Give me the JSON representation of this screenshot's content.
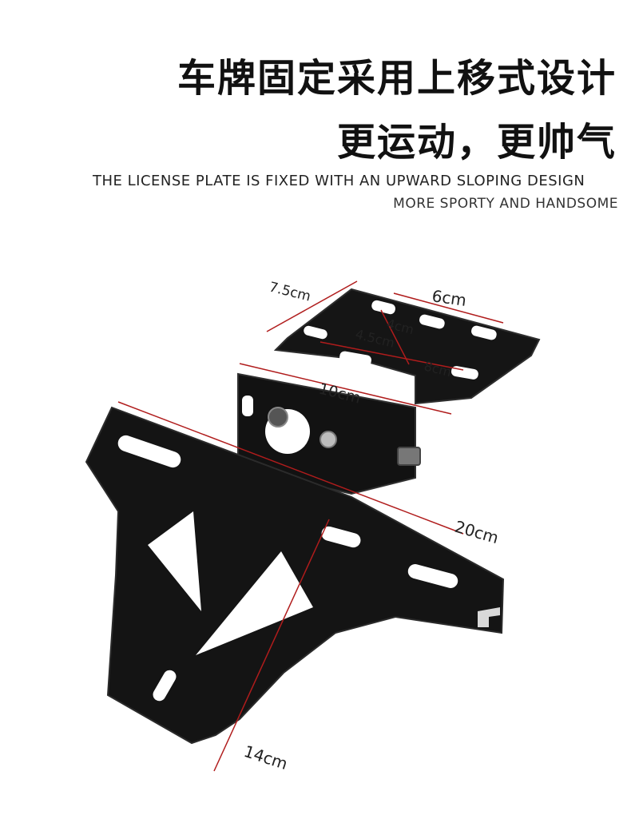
{
  "headline": {
    "line1": "车牌固定采用上移式设计",
    "line2": "更运动，更帅气"
  },
  "subtitle": {
    "line1": "THE LICENSE PLATE IS FIXED WITH AN UPWARD SLOPING DESIGN",
    "line2": "MORE SPORTY AND HANDSOME"
  },
  "dimensions": {
    "top_depth": "7.5cm",
    "top_width": "6cm",
    "hole_spacing_a": "4cm",
    "hole_spacing_b": "4.5cm",
    "top_length": "8cm",
    "mount_width": "10cm",
    "arm_length": "20cm",
    "plate_height": "14cm"
  },
  "colors": {
    "bracket": "#141414",
    "dimension_line": "#b01c1c",
    "text": "#111111"
  }
}
